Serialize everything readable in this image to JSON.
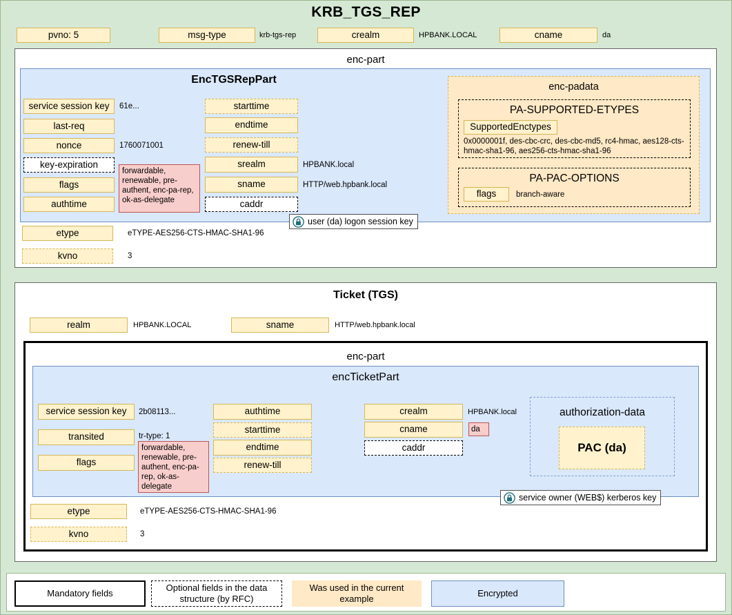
{
  "title": "KRB_TGS_REP",
  "top_fields": [
    {
      "label": "pvno: 5",
      "value": ""
    },
    {
      "label": "msg-type",
      "value": "krb-tgs-rep"
    },
    {
      "label": "crealm",
      "value": "HPBANK.LOCAL"
    },
    {
      "label": "cname",
      "value": "da"
    }
  ],
  "enc_part": {
    "title": "enc-part",
    "body_title": "EncTGSRepPart",
    "col1": [
      {
        "label": "service session key",
        "value": "61e...",
        "style": "used"
      },
      {
        "label": "last-req",
        "value": "",
        "style": "used"
      },
      {
        "label": "nonce",
        "value": "1760071001",
        "style": "used"
      },
      {
        "label": "key-expiration",
        "value": "",
        "style": "optional"
      },
      {
        "label": "flags",
        "value": "",
        "style": "used"
      },
      {
        "label": "authtime",
        "value": "",
        "style": "used"
      }
    ],
    "flags_note": "forwardable, renewable, pre-authent, enc-pa-rep, ok-as-delegate",
    "col2": [
      {
        "label": "starttime",
        "value": "",
        "style": "used-dashed"
      },
      {
        "label": "endtime",
        "value": "",
        "style": "used"
      },
      {
        "label": "renew-till",
        "value": "",
        "style": "used-dashed"
      },
      {
        "label": "srealm",
        "value": "HPBANK.local",
        "style": "used"
      },
      {
        "label": "sname",
        "value": "HTTP/web.hpbank.local",
        "style": "used"
      },
      {
        "label": "caddr",
        "value": "",
        "style": "optional"
      }
    ],
    "padata": {
      "title": "enc-padata",
      "pa_supported_etypes": {
        "title": "PA-SUPPORTED-ETYPES",
        "field_label": "SupportedEnctypes",
        "value": "0x0000001f, des-cbc-crc, des-cbc-md5, rc4-hmac, aes128-cts-hmac-sha1-96, aes256-cts-hmac-sha1-96"
      },
      "pa_pac_options": {
        "title": "PA-PAC-OPTIONS",
        "field_label": "flags",
        "value": "branch-aware"
      }
    },
    "key_callout": "user (da) logon session key",
    "outer": [
      {
        "label": "etype",
        "value": "eTYPE-AES256-CTS-HMAC-SHA1-96",
        "style": "used"
      },
      {
        "label": "kvno",
        "value": "3",
        "style": "used-dashed"
      }
    ]
  },
  "ticket": {
    "title": "Ticket (TGS)",
    "header_fields": [
      {
        "label": "realm",
        "value": "HPBANK.LOCAL"
      },
      {
        "label": "sname",
        "value": "HTTP/web.hpbank.local"
      }
    ],
    "enc_part_title": "enc-part",
    "body_title": "encTicketPart",
    "col1": [
      {
        "label": "service session key",
        "value": "2b08113...",
        "style": "used"
      },
      {
        "label": "transited",
        "value": "tr-type: 1",
        "style": "used"
      },
      {
        "label": "flags",
        "value": "",
        "style": "used"
      }
    ],
    "flags_note": "forwardable, renewable, pre-authent, enc-pa-rep, ok-as-delegate",
    "col2": [
      {
        "label": "authtime",
        "value": "",
        "style": "used"
      },
      {
        "label": "starttime",
        "value": "",
        "style": "used-dashed"
      },
      {
        "label": "endtime",
        "value": "",
        "style": "used"
      },
      {
        "label": "renew-till",
        "value": "",
        "style": "used-dashed"
      }
    ],
    "col3": [
      {
        "label": "crealm",
        "value": "HPBANK.local",
        "style": "used"
      },
      {
        "label": "cname",
        "value": "da",
        "style": "used"
      },
      {
        "label": "caddr",
        "value": "",
        "style": "optional"
      }
    ],
    "authorization_data": {
      "title": "authorization-data",
      "pac_label": "PAC (da)"
    },
    "key_callout": "service owner (WEB$) kerberos key",
    "outer": [
      {
        "label": "etype",
        "value": "eTYPE-AES256-CTS-HMAC-SHA1-96",
        "style": "used"
      },
      {
        "label": "kvno",
        "value": "3",
        "style": "used-dashed"
      }
    ]
  },
  "legend": [
    {
      "label": "Mandatory fields"
    },
    {
      "label": "Optional fields in the data structure (by RFC)"
    },
    {
      "label": "Was used in the current example"
    },
    {
      "label": "Encrypted"
    }
  ],
  "colors": {
    "background": "#d5e8d4",
    "used_fill": "#fff2cc",
    "used_border": "#d6b656",
    "encrypted_fill": "#dae8fc",
    "encrypted_border": "#6c8ebf",
    "highlight_fill": "#f8cecc",
    "highlight_border": "#b85450",
    "padata_fill": "#ffe9c6"
  }
}
